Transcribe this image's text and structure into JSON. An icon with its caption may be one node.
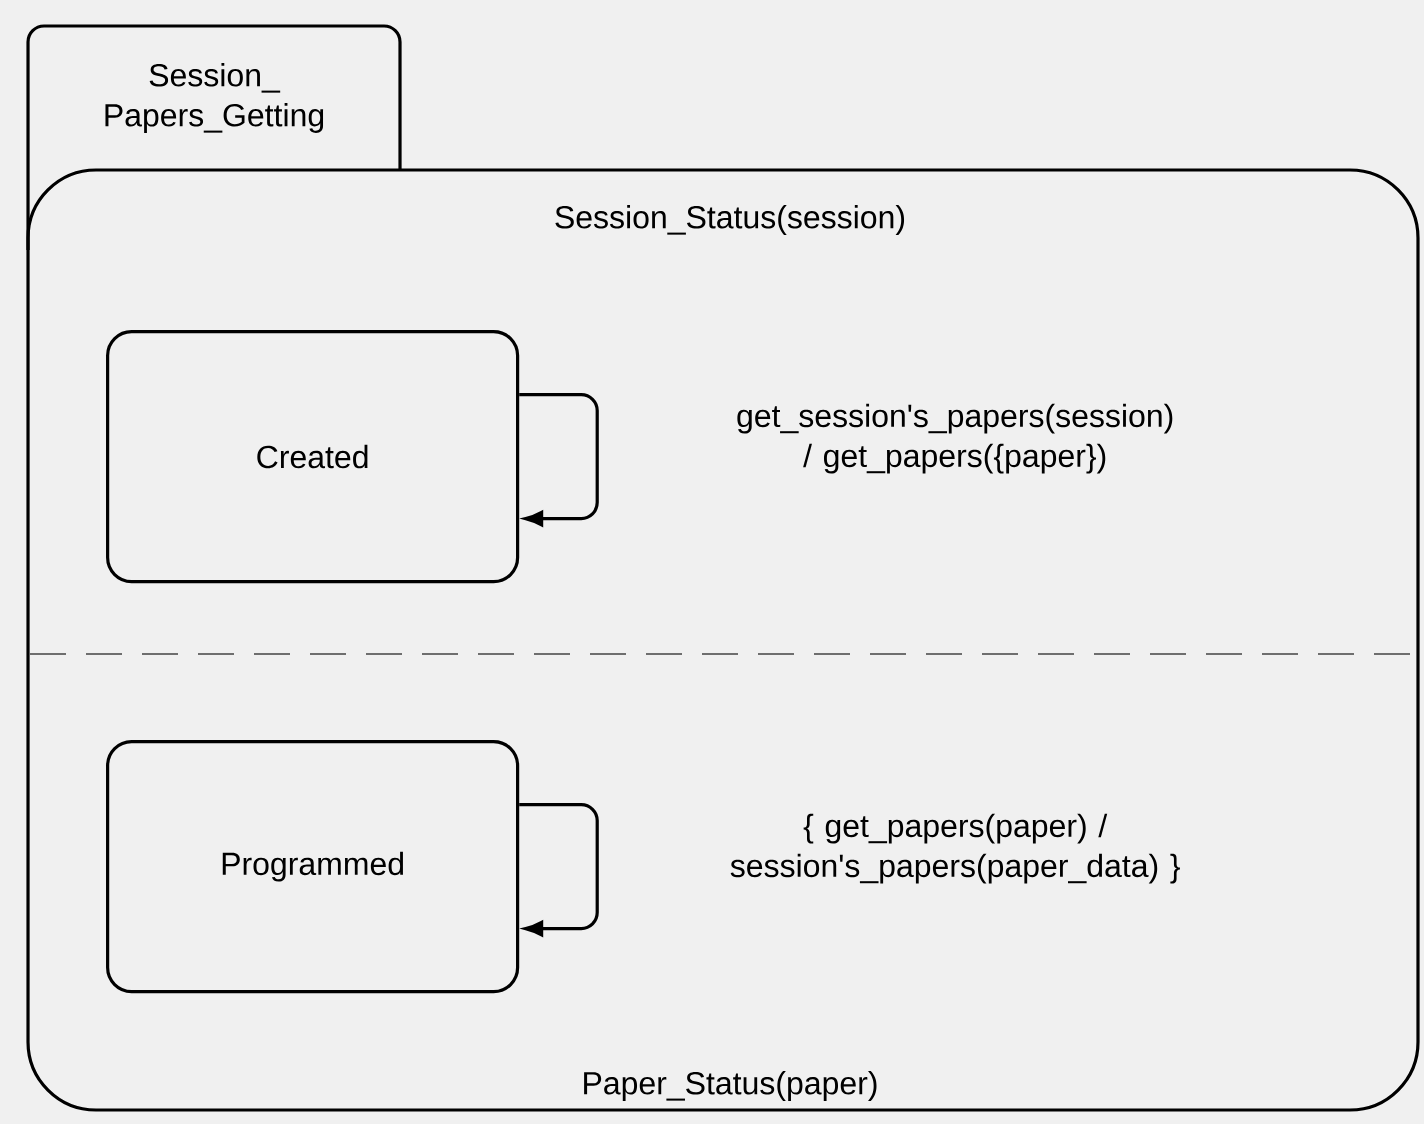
{
  "diagram": {
    "nodes": [
      {
        "text": [
          "Session_ Papers_Getting"
        ]
      },
      {
        "text": [
          "Created"
        ],
        "in": 0
      },
      {
        "text": [
          "Programmed"
        ],
        "in": 0
      }
    ],
    "edges": [
      {
        "from": 1,
        "to": 1,
        "arrow": "to",
        "label": "get_session's_papers(session) / get_papers({paper})"
      },
      {
        "from": 2,
        "to": 2,
        "arrow": "to",
        "label": "{ get_papers(paper) / session's_papers(paper_data) }"
      }
    ],
    "labels": [
      "Session_Status(session)",
      "Paper_Status(paper)"
    ]
  }
}
